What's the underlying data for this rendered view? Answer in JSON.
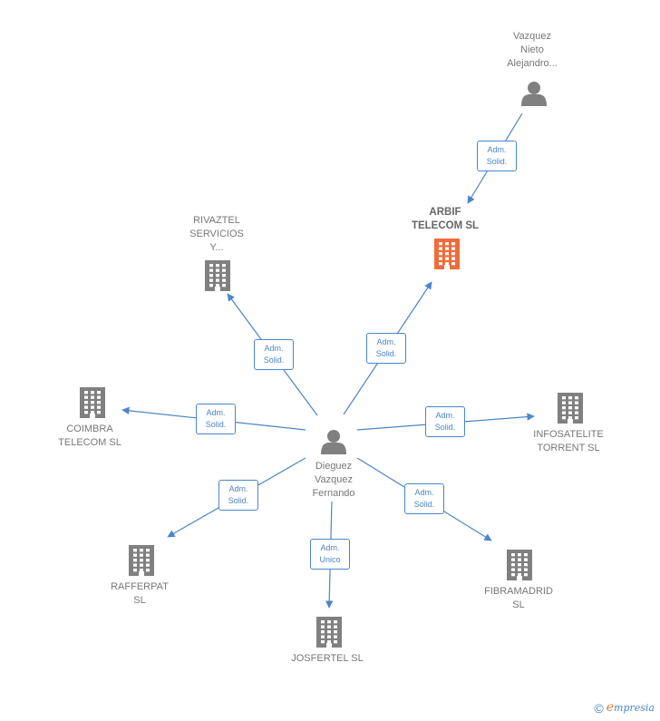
{
  "nodes": {
    "center": {
      "label": "Dieguez\nVazquez\nFernando",
      "type": "person"
    },
    "vazquez": {
      "label": "Vazquez\nNieto\nAlejandro...",
      "type": "person"
    },
    "arbif": {
      "label": "ARBIF\nTELECOM  SL",
      "type": "company",
      "focus": true
    },
    "rivaztel": {
      "label": "RIVAZTEL\nSERVICIOS\nY...",
      "type": "company"
    },
    "coimbra": {
      "label": "COIMBRA\nTELECOM SL",
      "type": "company"
    },
    "infosatelite": {
      "label": "INFOSATELITE\nTORRENT SL",
      "type": "company"
    },
    "rafferpat": {
      "label": "RAFFERPAT\nSL",
      "type": "company"
    },
    "fibramadrid": {
      "label": "FIBRAMADRID\nSL",
      "type": "company"
    },
    "josfertel": {
      "label": "JOSFERTEL SL",
      "type": "company"
    }
  },
  "edges": [
    {
      "from": "vazquez",
      "to": "arbif",
      "label": "Adm.\nSolid."
    },
    {
      "from": "center",
      "to": "arbif",
      "label": "Adm.\nSolid."
    },
    {
      "from": "center",
      "to": "rivaztel",
      "label": "Adm.\nSolid."
    },
    {
      "from": "center",
      "to": "coimbra",
      "label": "Adm.\nSolid."
    },
    {
      "from": "center",
      "to": "infosatelite",
      "label": "Adm.\nSolid."
    },
    {
      "from": "center",
      "to": "rafferpat",
      "label": "Adm.\nSolid."
    },
    {
      "from": "center",
      "to": "fibramadrid",
      "label": "Adm.\nSolid."
    },
    {
      "from": "center",
      "to": "josfertel",
      "label": "Adm.\nUnico"
    }
  ],
  "colors": {
    "edge": "#4a86c8",
    "icon": "#808080",
    "focus_icon": "#f26b3a"
  },
  "footer": {
    "copyright": "©",
    "brand_first": "e",
    "brand_rest": "mpresia"
  }
}
